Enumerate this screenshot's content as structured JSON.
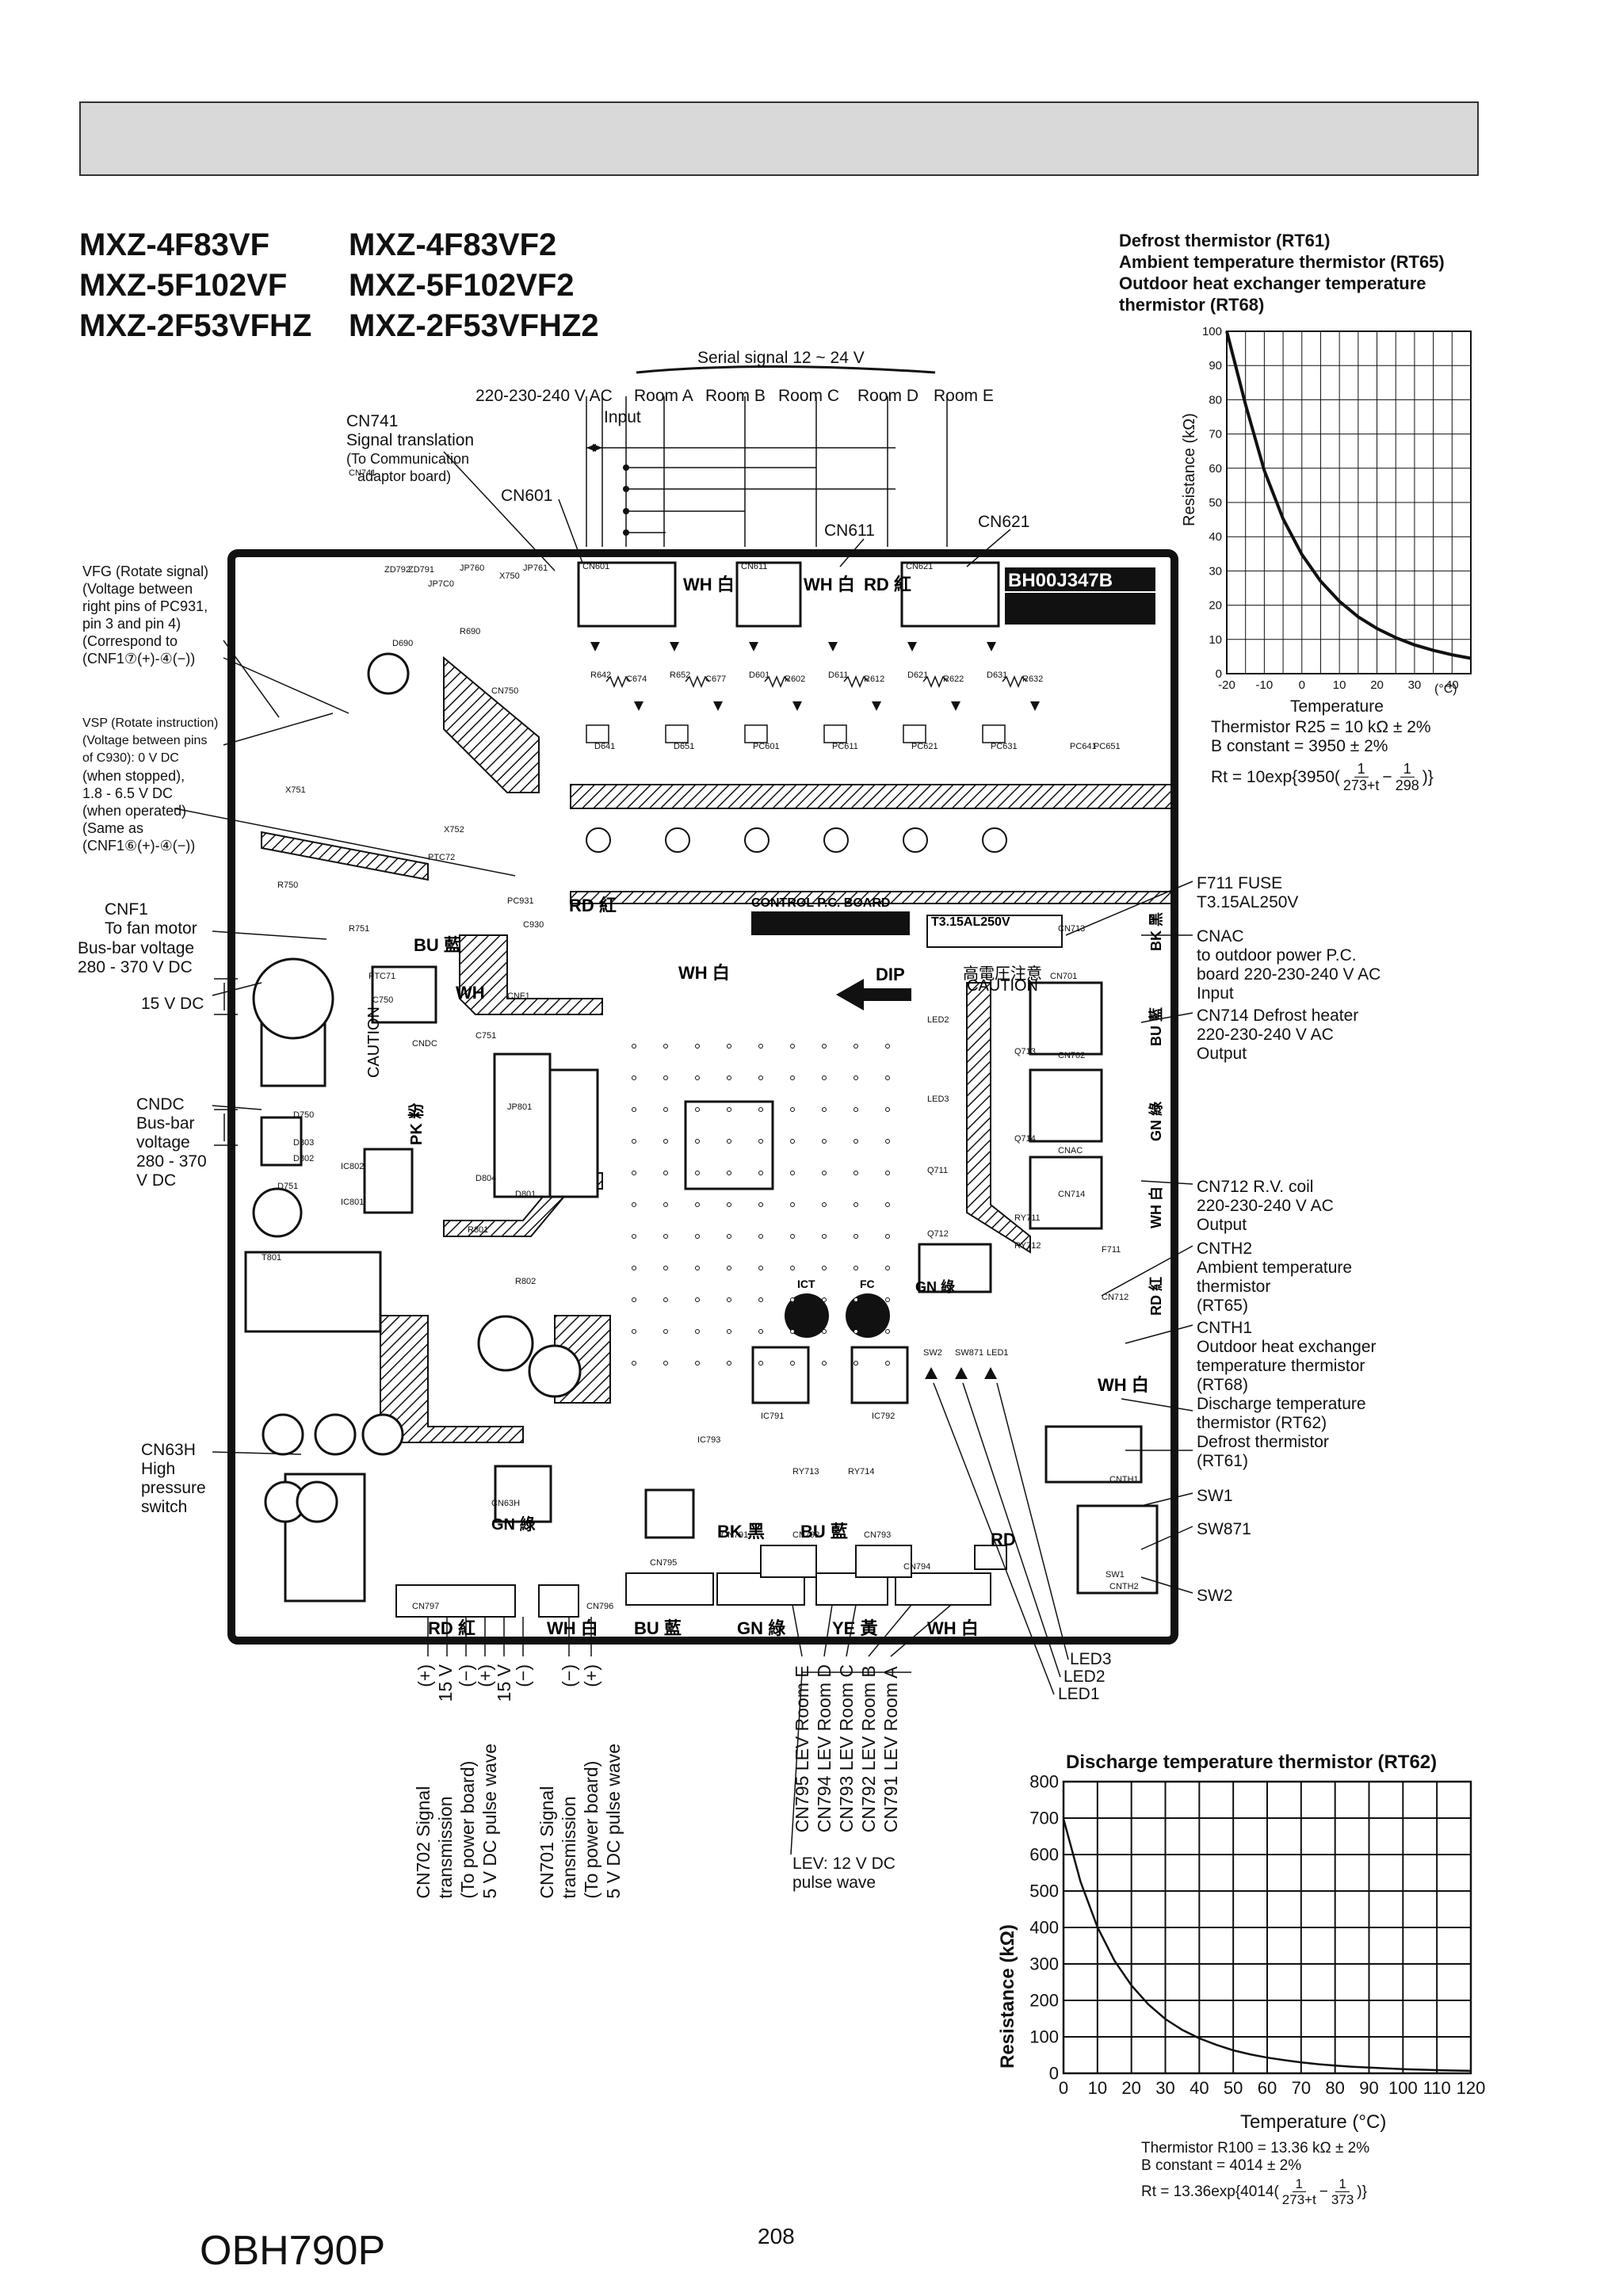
{
  "header": {
    "models": [
      "MXZ-4F83VF",
      "MXZ-4F83VF2",
      "MXZ-5F102VF",
      "MXZ-5F102VF2",
      "MXZ-2F53VFHZ",
      "MXZ-2F53VFHZ2"
    ]
  },
  "top_labels": {
    "serial": "Serial signal 12 ~ 24 V",
    "power": "220-230-240 V AC",
    "input": "Input",
    "rooms": [
      "Room A",
      "Room B",
      "Room C",
      "Room D",
      "Room E"
    ],
    "cn741": [
      "CN741",
      "Signal translation",
      "(To Communication",
      "adaptor board)"
    ],
    "cn601": "CN601",
    "cn611": "CN611",
    "cn621": "CN621"
  },
  "left_labels": {
    "vfg": [
      "VFG (Rotate signal)",
      "(Voltage between",
      "right pins of PC931,",
      "pin 3 and pin 4)",
      "(Correspond to",
      "(CNF1⑦(+)-④(−))"
    ],
    "vsp": [
      "VSP (Rotate instruction)",
      "(Voltage between pins",
      " of C930): 0 V DC",
      "(when stopped),",
      "1.8 - 6.5 V DC",
      "(when operated)",
      "(Same as",
      "(CNF1⑥(+)-④(−))"
    ],
    "cnf1": [
      "CNF1",
      "To fan motor"
    ],
    "busbar": [
      "Bus-bar voltage",
      "280 - 370 V DC"
    ],
    "v15": "15 V DC",
    "cndc": [
      "CNDC",
      "Bus-bar",
      "voltage",
      "280 - 370",
      "V DC"
    ],
    "cn63h": [
      "CN63H",
      "High",
      "pressure",
      "switch"
    ]
  },
  "right_labels": {
    "f711": [
      "F711 FUSE",
      "T3.15AL250V"
    ],
    "cnac": [
      "CNAC",
      "to outdoor power P.C.",
      "board 220-230-240 V AC",
      "Input"
    ],
    "cn714": [
      "CN714 Defrost heater",
      "220-230-240 V AC",
      "Output"
    ],
    "cn712": [
      "CN712 R.V. coil",
      "220-230-240 V AC",
      "Output"
    ],
    "cnth2": [
      "CNTH2",
      "Ambient temperature",
      "thermistor",
      " (RT65)"
    ],
    "cnth1": [
      "CNTH1",
      "Outdoor heat exchanger",
      "temperature thermistor",
      "(RT68)",
      "Discharge temperature",
      "thermistor (RT62)",
      "Defrost thermistor",
      " (RT61)"
    ],
    "sw1": "SW1",
    "sw871": "SW871",
    "sw2": "SW2",
    "led3": "LED3",
    "led2": "LED2",
    "led1": "LED1"
  },
  "bottom_labels": {
    "cn702_pins": [
      "(+)",
      "15 V",
      "(−)",
      "(+)",
      "15 V",
      "(−)"
    ],
    "cn702": [
      "CN702 Signal",
      "transmission",
      "(To power board)",
      "5 V DC pulse wave"
    ],
    "cn701_pins": [
      "(−)",
      "(+)"
    ],
    "cn701": [
      "CN701 Signal",
      "transmission",
      "(To power board)",
      "5 V DC pulse wave"
    ],
    "lev": [
      "CN795 LEV Room E",
      "CN794 LEV Room D",
      "CN793 LEV Room C",
      "CN792 LEV Room B",
      "CN791 LEV Room A"
    ],
    "lev_note": [
      "LEV: 12 V DC",
      "pulse wave"
    ]
  },
  "board": {
    "part_no": "BH00J347B",
    "title": "CONTROL P.C. BOARD",
    "fuse": "T3.15AL250V",
    "dip": "DIP",
    "caution": "CAUTION",
    "caution_jp": "高電圧注意",
    "ict": "ICT",
    "fc": "FC",
    "color_tags": [
      "WH 白",
      "WH 白",
      "RD 紅",
      "BU 藍",
      "WH",
      "RD 紅",
      "WH 白",
      "BK 黑",
      "BU 藍",
      "GN 綠",
      "WH 白",
      "RD 紅",
      "GN 綠",
      "BK 黑",
      "BU 藍",
      "YE 黃",
      "GN 綠",
      "WH 白",
      "RD",
      "PK 粉"
    ],
    "component_labels": [
      "CN601",
      "CN611",
      "CN621",
      "CN741",
      "CN750",
      "X750",
      "X751",
      "X752",
      "R750",
      "R751",
      "C750",
      "C751",
      "D750",
      "D751",
      "IC802",
      "IC801",
      "D801",
      "D802",
      "D803",
      "D804",
      "R801",
      "R802",
      "T801",
      "CNDC",
      "CNF1",
      "PTC71",
      "PTC72",
      "CN63H",
      "PC931",
      "C930",
      "JP760",
      "JP761",
      "JP7C0",
      "JP801",
      "IC791",
      "IC792",
      "IC793",
      "CN791",
      "CN792",
      "CN793",
      "CN794",
      "CN795",
      "CN796",
      "CN797",
      "CN701",
      "CN702",
      "CNAC",
      "CN714",
      "CN713",
      "CN712",
      "F711",
      "CNTH1",
      "CNTH2",
      "SW1",
      "SW2",
      "SW871",
      "LED1",
      "LED2",
      "LED3",
      "Q711",
      "Q712",
      "Q713",
      "Q714",
      "RY711",
      "RY712",
      "RY713",
      "RY714",
      "ZD792",
      "ZD791",
      "D690",
      "R690",
      "C674",
      "C677",
      "R602",
      "R612",
      "R622",
      "R632",
      "R642",
      "R652",
      "D601",
      "D611",
      "D621",
      "D631",
      "D641",
      "D651",
      "PC601",
      "PC611",
      "PC621",
      "PC631",
      "PC641",
      "PC651"
    ]
  },
  "chart_top": {
    "title_lines": [
      "Defrost thermistor (RT61)",
      "Ambient temperature thermistor (RT65)",
      "Outdoor heat exchanger temperature",
      "thermistor (RT68)"
    ],
    "ylabel": "Resistance (kΩ)",
    "xlabel": "Temperature",
    "unit": "(°C)",
    "notes": [
      "Thermistor R25 = 10 kΩ ± 2%",
      "B constant = 3950 ± 2%"
    ],
    "formula": {
      "prefix": "Rt = 10exp{3950(",
      "n1": "1",
      "d1": "273+t",
      "minus": "−",
      "n2": "1",
      "d2": "298",
      "suffix": ")}"
    }
  },
  "chart_bottom": {
    "title": "Discharge temperature thermistor (RT62)",
    "ylabel": "Resistance (kΩ)",
    "xlabel": "Temperature (°C)",
    "notes": [
      "Thermistor R100 = 13.36 kΩ ± 2%",
      "B constant = 4014 ± 2%"
    ],
    "formula": {
      "prefix": "Rt = 13.36exp{4014(",
      "n1": "1",
      "d1": "273+t",
      "minus": "−",
      "n2": "1",
      "d2": "373",
      "suffix": ")}"
    }
  },
  "chart_data": [
    {
      "type": "line",
      "x": [
        -20,
        -15,
        -10,
        -5,
        0,
        5,
        10,
        15,
        20,
        25,
        30,
        35,
        40,
        45
      ],
      "series": [
        {
          "values": [
            105.3,
            78.6,
            59.3,
            45.2,
            34.8,
            27.0,
            21.1,
            16.6,
            13.2,
            10.5,
            8.4,
            6.8,
            5.5,
            4.5
          ]
        }
      ],
      "xlim": [
        -20,
        45
      ],
      "ylim": [
        0,
        100
      ],
      "xticks": [
        -20,
        -10,
        0,
        10,
        20,
        30,
        40
      ],
      "yticks": [
        0,
        10,
        20,
        30,
        40,
        50,
        60,
        70,
        80,
        90,
        100
      ],
      "grid": true
    },
    {
      "type": "line",
      "x": [
        0,
        5,
        10,
        15,
        20,
        25,
        30,
        35,
        40,
        45,
        50,
        55,
        60,
        65,
        70,
        75,
        80,
        85,
        90,
        95,
        100,
        105,
        110,
        115,
        120
      ],
      "series": [
        {
          "values": [
            698,
            526,
            401,
            309,
            241,
            189,
            149,
            119,
            96,
            78,
            63,
            52,
            43,
            36,
            30,
            25,
            21,
            18,
            15.6,
            13.4,
            11.6,
            10.0,
            8.7,
            7.6,
            6.7
          ]
        }
      ],
      "xlim": [
        0,
        120
      ],
      "ylim": [
        0,
        800
      ],
      "xticks": [
        0,
        10,
        20,
        30,
        40,
        50,
        60,
        70,
        80,
        90,
        100,
        110,
        120
      ],
      "yticks": [
        0,
        100,
        200,
        300,
        400,
        500,
        600,
        700,
        800
      ],
      "grid": true
    }
  ],
  "footer": {
    "code": "OBH790P",
    "page": "208"
  }
}
